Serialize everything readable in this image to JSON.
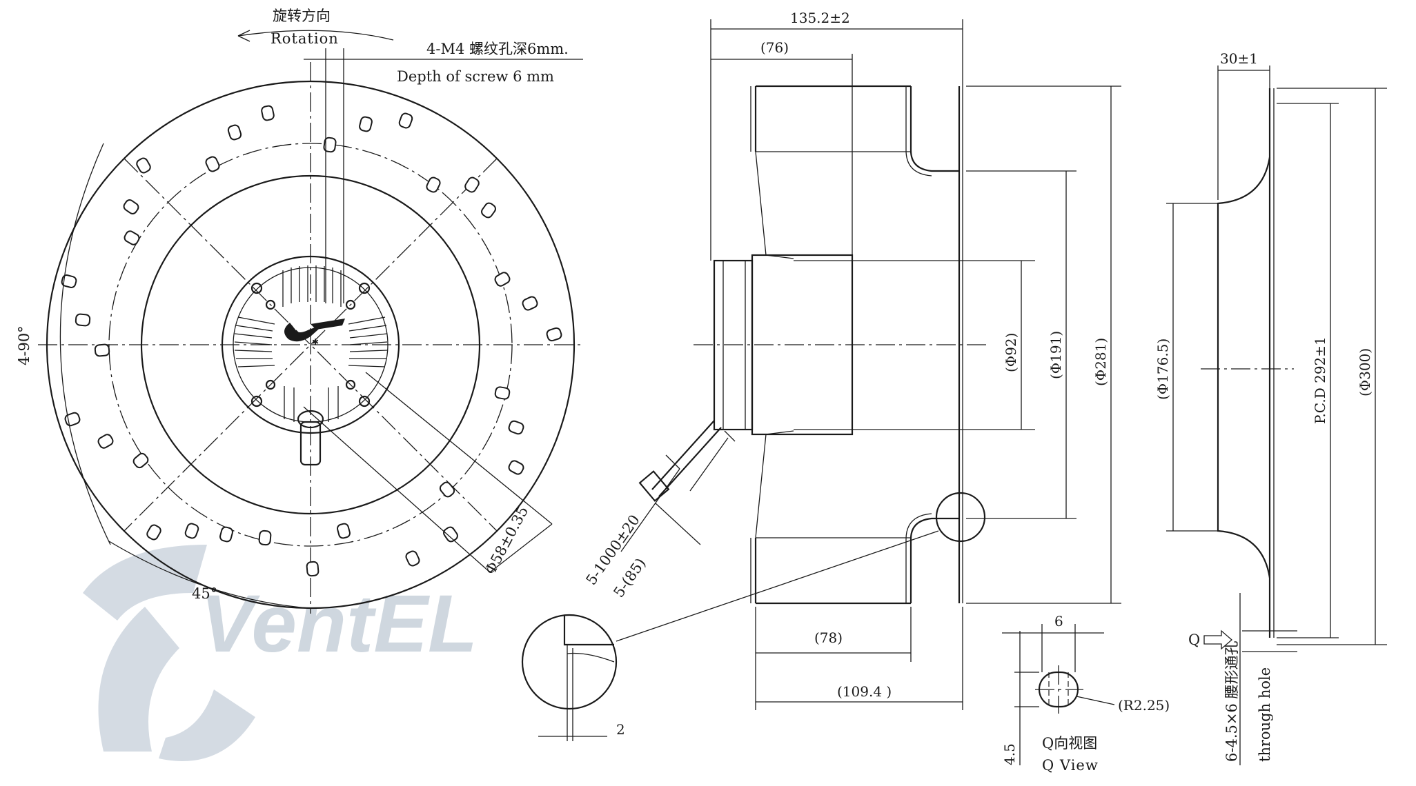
{
  "labels": {
    "rotation_cn": "旋转方向",
    "rotation_en": "Rotation",
    "screw_cn": "4-M4 螺纹孔深6mm.",
    "screw_en": "Depth of screw 6 mm",
    "angle_4x90": "4-90°",
    "angle_45": "45°",
    "dia_58": "Φ58±0.35",
    "cable_len": "5-1000±20",
    "cable_85": "5-(85)",
    "detail_2": "2",
    "w_135": "135.2±2",
    "w_76": "(76)",
    "w_78": "(78)",
    "w_109": "(109.4 )",
    "dia_92": "(Φ92)",
    "dia_191": "(Φ191)",
    "dia_281": "(Φ281)",
    "w_30": "30±1",
    "dia_176": "(Φ176.5)",
    "pcd_292": "P.C.D 292±1",
    "dia_300": "(Φ300)",
    "q_arrow": "Q",
    "hole_cn": "6-4.5×6 腰形通孔",
    "hole_en": "through hole",
    "slot_6": "6",
    "slot_r": "(R2.25)",
    "slot_45": "4.5",
    "qview_cn": "Q向视图",
    "qview_en": "Q View"
  },
  "watermark": "VentEL"
}
